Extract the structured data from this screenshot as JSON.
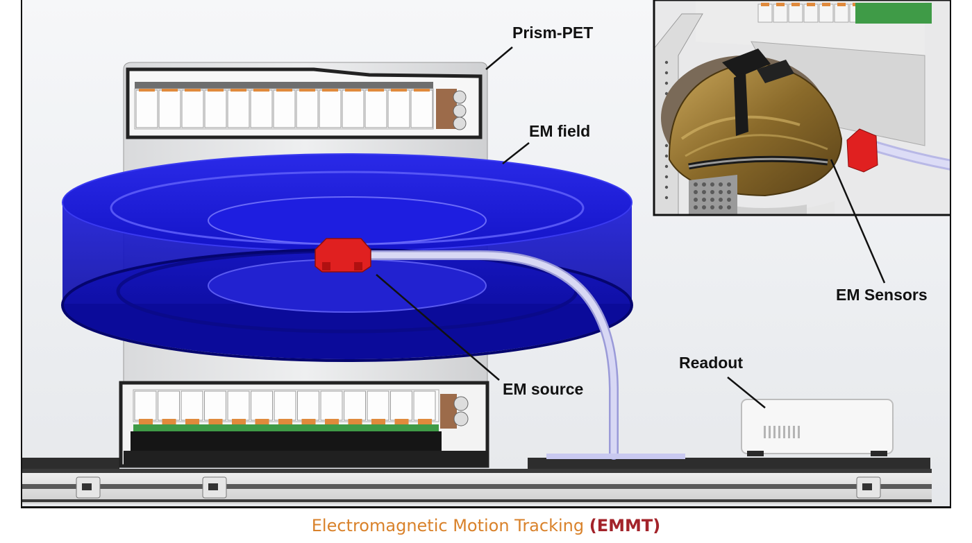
{
  "labels": {
    "prism_pet": "Prism-PET",
    "em_field": "EM field",
    "em_source": "EM source",
    "em_sensors": "EM Sensors",
    "readout": "Readout"
  },
  "caption": {
    "main": "Electromagnetic Motion Tracking",
    "abbreviation": "(EMMT)"
  },
  "colors": {
    "em_field": "#1a1ae0",
    "em_source": "#e02020",
    "caption_main": "#d9822b",
    "caption_abbreviation": "#a3232a",
    "cable": "#c9c9f0",
    "crystal_accent": "#e08a3c",
    "pcb": "#3f9b47"
  }
}
